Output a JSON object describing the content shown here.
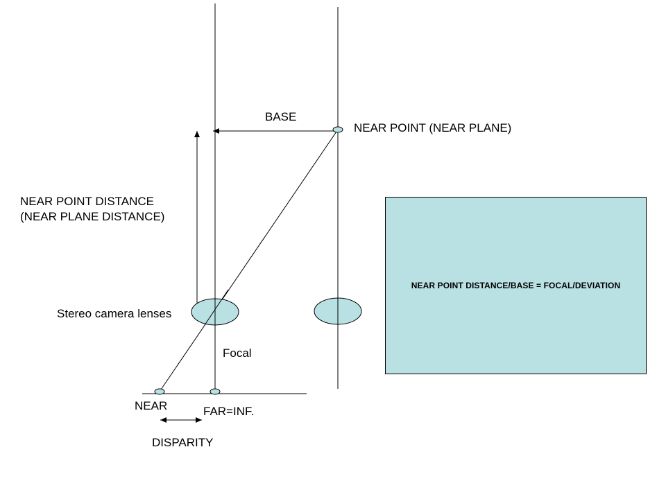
{
  "labels": {
    "base": "BASE",
    "near_point": "NEAR POINT (NEAR PLANE)",
    "near_point_distance_line1": "NEAR POINT DISTANCE",
    "near_point_distance_line2": "(NEAR PLANE DISTANCE)",
    "stereo_lenses": "Stereo camera lenses",
    "focal": "Focal",
    "near": "NEAR",
    "far": "FAR=INF.",
    "disparity": "DISPARITY"
  },
  "formula": {
    "text": "NEAR POINT DISTANCE/BASE = FOCAL/DEVIATION"
  },
  "colors": {
    "lens_fill": "#b9e0e3",
    "box_fill": "#b9e0e3",
    "stroke": "#000000",
    "background": "#ffffff"
  }
}
